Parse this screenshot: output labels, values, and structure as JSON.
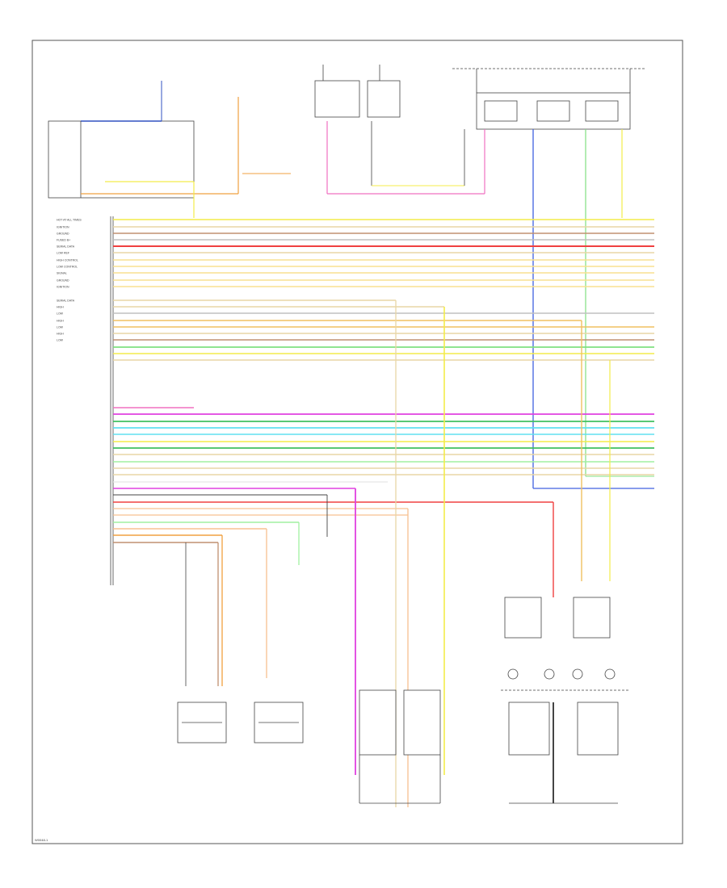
{
  "footer_code": "W0048-1",
  "pin_labels": [
    "HOT AT ALL TIMES",
    "IGNITION",
    "GROUND",
    "FUSED B+",
    "SERIAL DATA",
    "LOW REF",
    "HIGH CONTROL",
    "LOW CONTROL",
    "SIGNAL",
    "GROUND",
    "IGNITION",
    "SERIAL DATA",
    "HIGH",
    "LOW",
    "HIGH",
    "LOW",
    "HIGH",
    "LOW"
  ],
  "colors": {
    "yellow": "#f4ec4a",
    "tan": "#e8d6a6",
    "red": "#f04040",
    "pink": "#f070c0",
    "magenta": "#e040e0",
    "green": "#80e080",
    "dkgreen": "#40c060",
    "cyan": "#60e0f0",
    "orange": "#f0a040",
    "blue": "#4060e0",
    "brown": "#c09070",
    "lightgreen": "#a0f0a0",
    "gray": "#c0c0c0",
    "black": "#333333",
    "navy": "#3050c0",
    "peach": "#f8c090"
  }
}
